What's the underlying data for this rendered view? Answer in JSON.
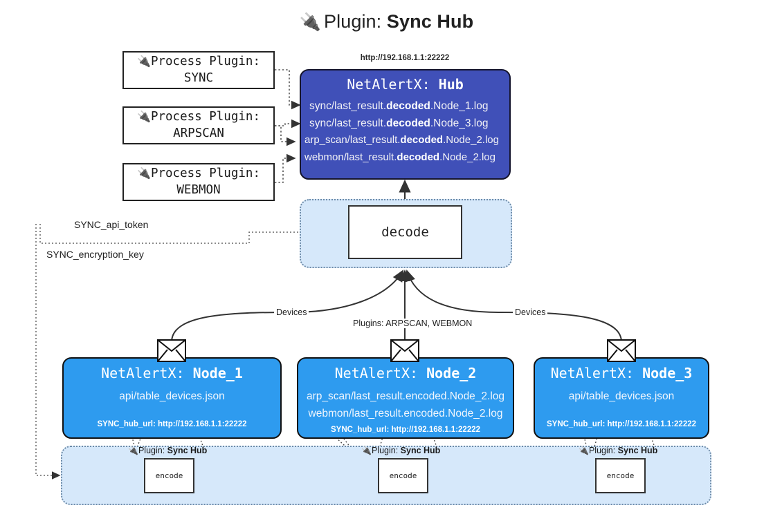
{
  "title": {
    "icon": "plug-icon",
    "prefix": "Plugin: ",
    "name": "Sync Hub"
  },
  "process_plugins": [
    {
      "icon": "plug-icon",
      "line1": "Process Plugin:",
      "line2": "SYNC"
    },
    {
      "icon": "plug-icon",
      "line1": "Process Plugin:",
      "line2": "ARPSCAN"
    },
    {
      "icon": "plug-icon",
      "line1": "Process Plugin:",
      "line2": "WEBMON"
    }
  ],
  "hub": {
    "url": "http://192.168.1.1:22222",
    "title_prefix": "NetAlertX: ",
    "title_name": "Hub",
    "rows": [
      {
        "pre": "sync/last_result.",
        "mid": "decoded",
        "post": ".Node_1.log"
      },
      {
        "pre": "sync/last_result.",
        "mid": "decoded",
        "post": ".Node_3.log"
      },
      {
        "pre": "arp_scan/last_result.",
        "mid": "decoded",
        "post": ".Node_2.log"
      },
      {
        "pre": "webmon/last_result.",
        "mid": "decoded",
        "post": ".Node_2.log"
      }
    ]
  },
  "decode": {
    "label": "decode"
  },
  "variables": {
    "api_token": "SYNC_api_token",
    "encryption_key": "SYNC_encryption_key"
  },
  "edge_labels": {
    "devices_left": "Devices",
    "plugins_mid": "Plugins: ARPSCAN, WEBMON",
    "devices_right": "Devices"
  },
  "nodes": [
    {
      "title_prefix": "NetAlertX: ",
      "title_name": "Node_1",
      "lines": [
        "api/table_devices.json"
      ],
      "footer": "SYNC_hub_url: http://192.168.1.1:22222",
      "envelope_icon": "envelope-icon"
    },
    {
      "title_prefix": "NetAlertX: ",
      "title_name": "Node_2",
      "lines": [
        "arp_scan/last_result.encoded.Node_2.log",
        "webmon/last_result.encoded.Node_2.log"
      ],
      "footer": "SYNC_hub_url: http://192.168.1.1:22222",
      "envelope_icon": "envelope-icon"
    },
    {
      "title_prefix": "NetAlertX: ",
      "title_name": "Node_3",
      "lines": [
        "api/table_devices.json"
      ],
      "footer": "SYNC_hub_url: http://192.168.1.1:22222",
      "envelope_icon": "envelope-icon"
    }
  ],
  "plugin_tags": [
    {
      "icon": "plug-icon",
      "prefix": "Plugin: ",
      "name": "Sync Hub"
    },
    {
      "icon": "plug-icon",
      "prefix": "Plugin: ",
      "name": "Sync Hub"
    },
    {
      "icon": "plug-icon",
      "prefix": "Plugin: ",
      "name": "Sync Hub"
    }
  ],
  "encode_boxes": [
    {
      "label": "encode"
    },
    {
      "label": "encode"
    },
    {
      "label": "encode"
    }
  ],
  "colors": {
    "hub_fill": "#4050b8",
    "node_fill": "#2e9bef",
    "group_fill": "#d6e8fa",
    "group_border": "#6d8ba8",
    "stroke": "#222222"
  }
}
